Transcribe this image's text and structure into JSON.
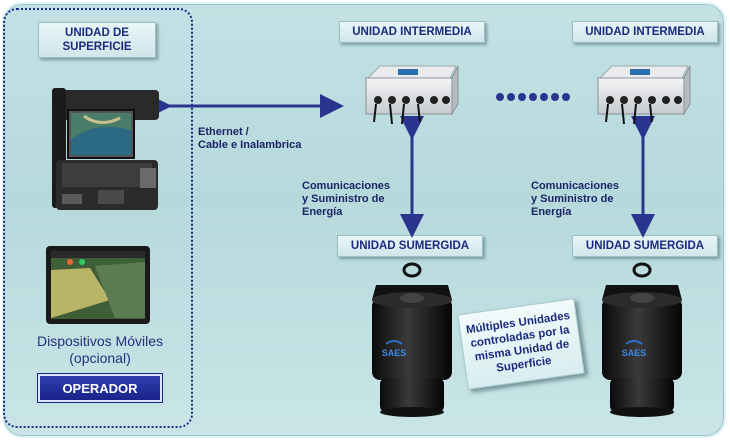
{
  "surface_unit": {
    "label": "UNIDAD DE\nSUPERFICIE"
  },
  "intermediate_units": [
    {
      "label": "UNIDAD INTERMEDIA"
    },
    {
      "label": "UNIDAD INTERMEDIA"
    }
  ],
  "submerged_units": [
    {
      "label": "UNIDAD SUMERGIDA",
      "brand": "SAES"
    },
    {
      "label": "UNIDAD SUMERGIDA",
      "brand": "SAES"
    }
  ],
  "link_label": "Ethernet /\nCable e Inalambrica",
  "comm_labels": [
    "Comunicaciones\ny Suministro de\nEnergía",
    "Comunicaciones\ny Suministro de\nEnergía"
  ],
  "mobile_label": "Dispositivos Móviles\n(opcional)",
  "operator_label": "OPERADOR",
  "note": "Múltiples Unidades\ncontroladas por la\nmisma Unidad de\nSuperficie",
  "colors": {
    "accent": "#1b2a80",
    "arrow": "#2b3590",
    "background": "#bfdfe2"
  }
}
